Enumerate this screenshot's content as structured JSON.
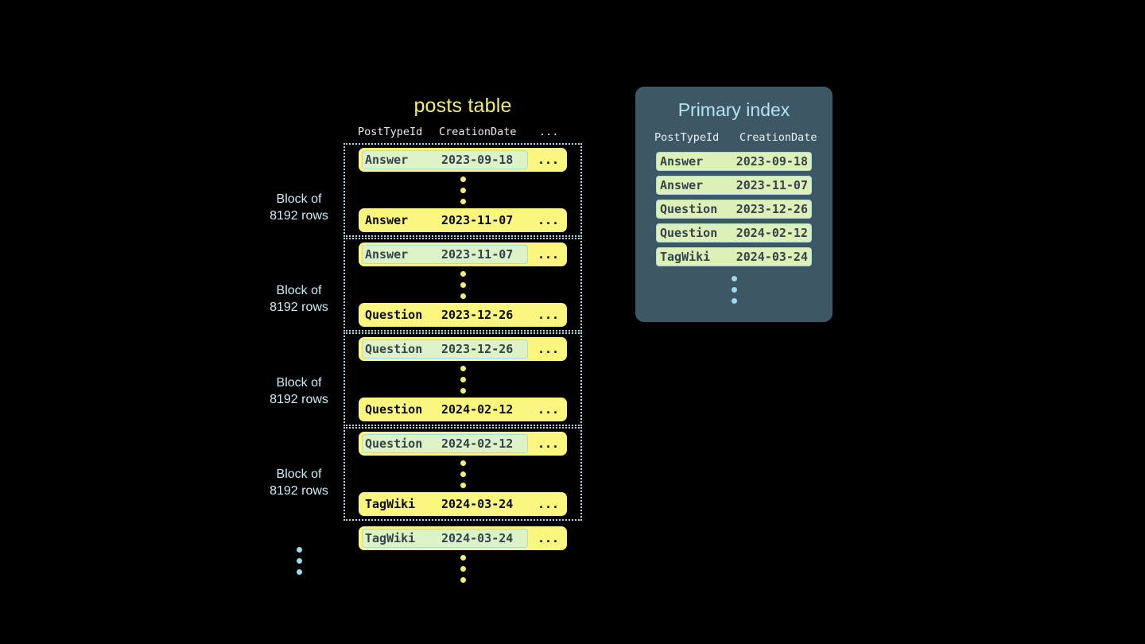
{
  "posts_table": {
    "title": "posts table",
    "columns": [
      "PostTypeId",
      "CreationDate",
      "..."
    ],
    "more_marker": "...",
    "blocks": [
      {
        "label_line1": "Block of",
        "label_line2": "8192 rows",
        "first_row": {
          "post_type_id": "Answer",
          "creation_date": "2023-09-18",
          "more": "...",
          "highlighted": true
        },
        "last_row": {
          "post_type_id": "Answer",
          "creation_date": "2023-11-07",
          "more": "...",
          "highlighted": false
        }
      },
      {
        "label_line1": "Block of",
        "label_line2": "8192 rows",
        "first_row": {
          "post_type_id": "Answer",
          "creation_date": "2023-11-07",
          "more": "...",
          "highlighted": true
        },
        "last_row": {
          "post_type_id": "Question",
          "creation_date": "2023-12-26",
          "more": "...",
          "highlighted": false
        }
      },
      {
        "label_line1": "Block of",
        "label_line2": "8192 rows",
        "first_row": {
          "post_type_id": "Question",
          "creation_date": "2023-12-26",
          "more": "...",
          "highlighted": true
        },
        "last_row": {
          "post_type_id": "Question",
          "creation_date": "2024-02-12",
          "more": "...",
          "highlighted": false
        }
      },
      {
        "label_line1": "Block of",
        "label_line2": "8192 rows",
        "first_row": {
          "post_type_id": "Question",
          "creation_date": "2024-02-12",
          "more": "...",
          "highlighted": true
        },
        "last_row": {
          "post_type_id": "TagWiki",
          "creation_date": "2024-03-24",
          "more": "...",
          "highlighted": false
        }
      }
    ],
    "tail_row": {
      "post_type_id": "TagWiki",
      "creation_date": "2024-03-24",
      "more": "...",
      "highlighted": true
    }
  },
  "primary_index": {
    "title": "Primary index",
    "columns": [
      "PostTypeId",
      "CreationDate"
    ],
    "entries": [
      {
        "post_type_id": "Answer",
        "creation_date": "2023-09-18"
      },
      {
        "post_type_id": "Answer",
        "creation_date": "2023-11-07"
      },
      {
        "post_type_id": "Question",
        "creation_date": "2023-12-26"
      },
      {
        "post_type_id": "Question",
        "creation_date": "2024-02-12"
      },
      {
        "post_type_id": "TagWiki",
        "creation_date": "2024-03-24"
      }
    ]
  },
  "colors": {
    "background": "#000000",
    "row_yellow": "#fbf67d",
    "highlight_mint": "#ddf2c6",
    "accent_blue": "#a5dced",
    "index_panel": "#3e5764",
    "index_row_green": "#ddf0b8",
    "title_yellow": "#f2f26a",
    "label_blue": "#ccecf7"
  }
}
